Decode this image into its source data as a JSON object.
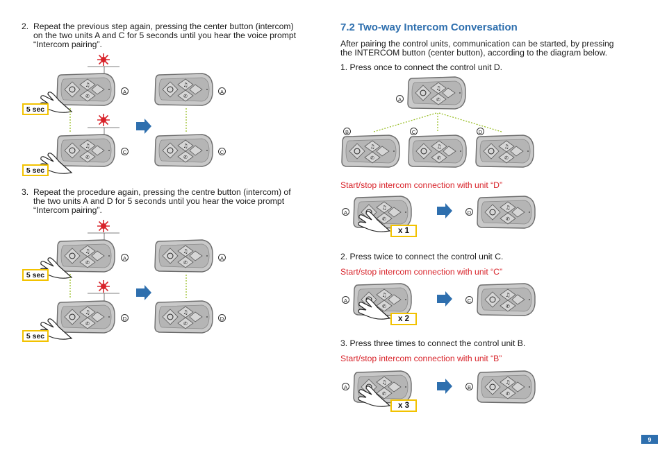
{
  "left": {
    "step2": {
      "number": "2.",
      "text": "Repeat the previous step again, pressing the center button (intercom)\non the two units A and C for 5 seconds until you hear the voice prompt\n“Intercom pairing”."
    },
    "step3": {
      "number": "3.",
      "text": "Repeat the procedure again, pressing the centre button (intercom) of\nthe two units A and D for 5 seconds until you hear the voice prompt\n“Intercom pairing”."
    },
    "press_tag": "5 sec",
    "diagram2_labels": [
      "A",
      "C"
    ],
    "diagram3_labels": [
      "A",
      "D"
    ]
  },
  "right": {
    "heading": "7.2 Two-way Intercom Conversation",
    "intro": "After pairing the control units, communication can be started, by pressing\nthe INTERCOM button (center button), according to the diagram below.",
    "item1": "1. Press once to connect the control unit D.",
    "tree_labels": {
      "top": "A",
      "left": "B",
      "mid": "C",
      "right": "D"
    },
    "caption_d": "Start/stop intercom connection with unit “D”",
    "item2": "2. Press twice to connect the control unit C.",
    "caption_c": "Start/stop intercom connection with unit “C”",
    "item3": "3. Press three times to connect the control unit B.",
    "caption_b": "Start/stop intercom connection with unit “B”",
    "press_d": {
      "from": "A",
      "to": "D",
      "count": "x 1"
    },
    "press_c": {
      "from": "A",
      "to": "C",
      "count": "x 2"
    },
    "press_b": {
      "from": "A",
      "to": "B",
      "count": "x 3"
    }
  },
  "page_number": "9",
  "colors": {
    "accent_blue": "#2e6fae",
    "red": "#d8232a",
    "tag_yellow": "#f2c200",
    "dotted_green": "#9bbf2a",
    "device_grey": "#c9c9c9"
  }
}
